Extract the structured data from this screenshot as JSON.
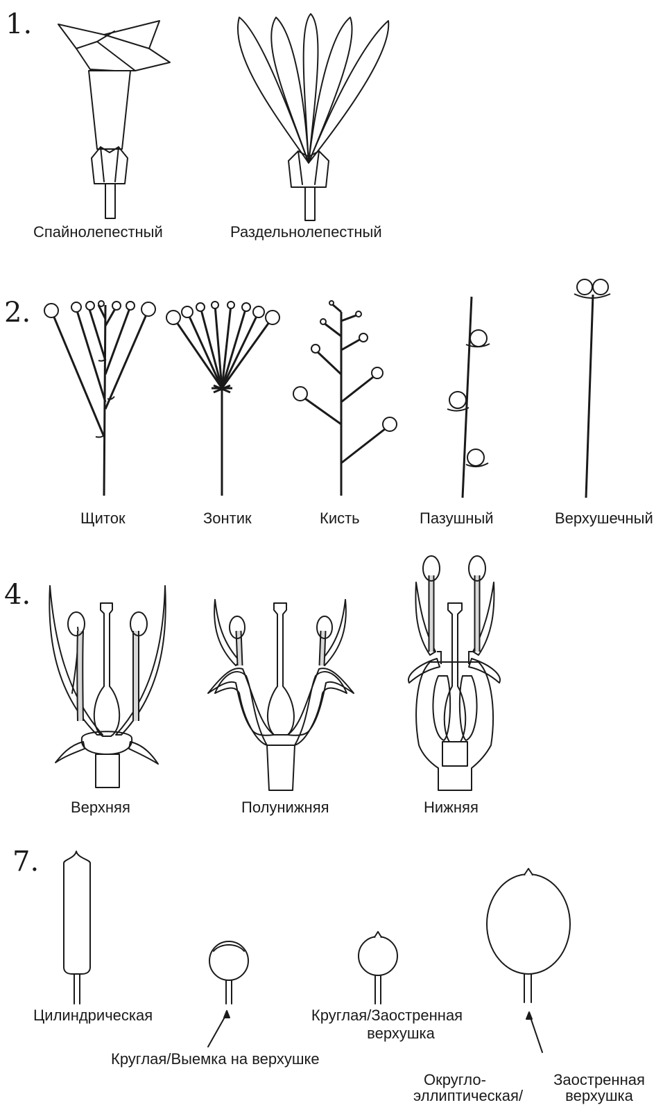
{
  "sections": [
    {
      "number": "1.",
      "items": [
        "Спайнолепестный",
        "Раздельнолепестный"
      ]
    },
    {
      "number": "2.",
      "items": [
        "Щиток",
        "Зонтик",
        "Кисть",
        "Пазушный",
        "Верхушечный"
      ]
    },
    {
      "number": "4.",
      "items": [
        "Верхняя",
        "Полунижняя",
        "Нижняя"
      ]
    },
    {
      "number": "7.",
      "items": [
        "Цилиндрическая",
        "Круглая/Выемка на верхушке",
        "Круглая/Заостренная верхушка",
        "Округло-эллиптическая/",
        "Заостренная верхушка"
      ]
    }
  ],
  "labels7": {
    "round_pointed_line1": "Круглая/Заостренная",
    "round_pointed_line2": "верхушка",
    "oval_line1": "Округло-",
    "oval_line2": "эллиптическая/",
    "pointed_line1": "Заостренная",
    "pointed_line2": "верхушка"
  },
  "colors": {
    "petal_fill": "#e2e0e6",
    "calyx_fill": "#b8b8b8",
    "dark_fill": "#8f8f8f",
    "stroke": "#1a1a1a"
  }
}
